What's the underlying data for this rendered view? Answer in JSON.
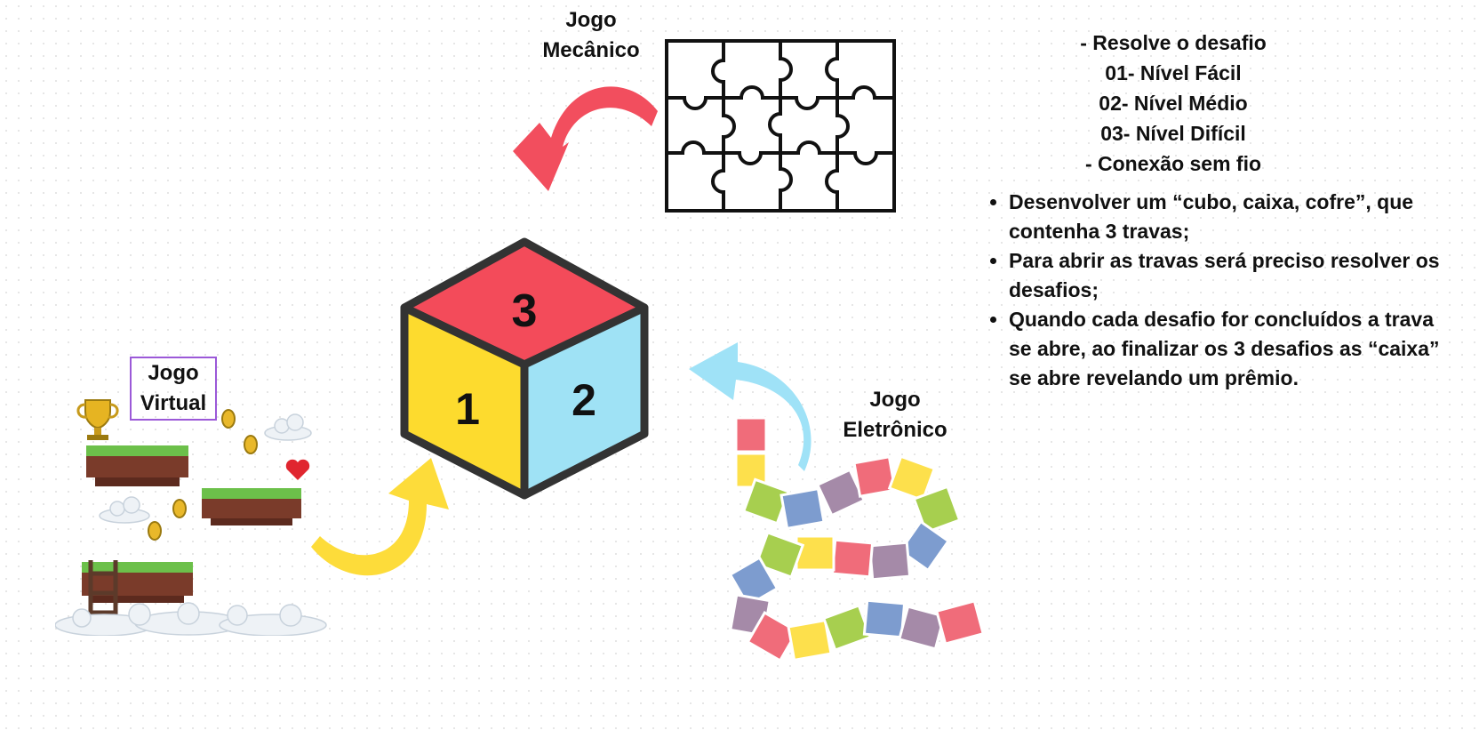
{
  "labels": {
    "mecanico": [
      "Jogo",
      "Mecânico"
    ],
    "eletronico": [
      "Jogo",
      "Eletrônico"
    ],
    "virtual": [
      "Jogo",
      "Virtual"
    ]
  },
  "cube": {
    "top_number": "3",
    "left_number": "1",
    "right_number": "2",
    "colors": {
      "top": "#f34b5a",
      "left": "#fddb2e",
      "right": "#9fe2f5",
      "outline": "#333333"
    }
  },
  "notes": [
    "- Resolve o desafio",
    "01- Nível Fácil",
    "02- Nível Médio",
    "03- Nível Difícil",
    "- Conexão sem fio"
  ],
  "bullets": [
    "Desenvolver um “cubo, caixa, cofre”, que contenha 3 travas;",
    "Para abrir as travas será preciso resolver os desafios;",
    "Quando cada desafio for concluídos a trava se abre, ao finalizar os 3 desafios as  “caixa” se abre revelando um prêmio."
  ],
  "arrow_colors": {
    "red": "#f24e5e",
    "blue": "#9fe2f7",
    "yellow": "#fddc3a"
  },
  "board_colors": [
    "#f06c7a",
    "#fde04c",
    "#a7cf4f",
    "#7d9ccf",
    "#a58aa8"
  ]
}
